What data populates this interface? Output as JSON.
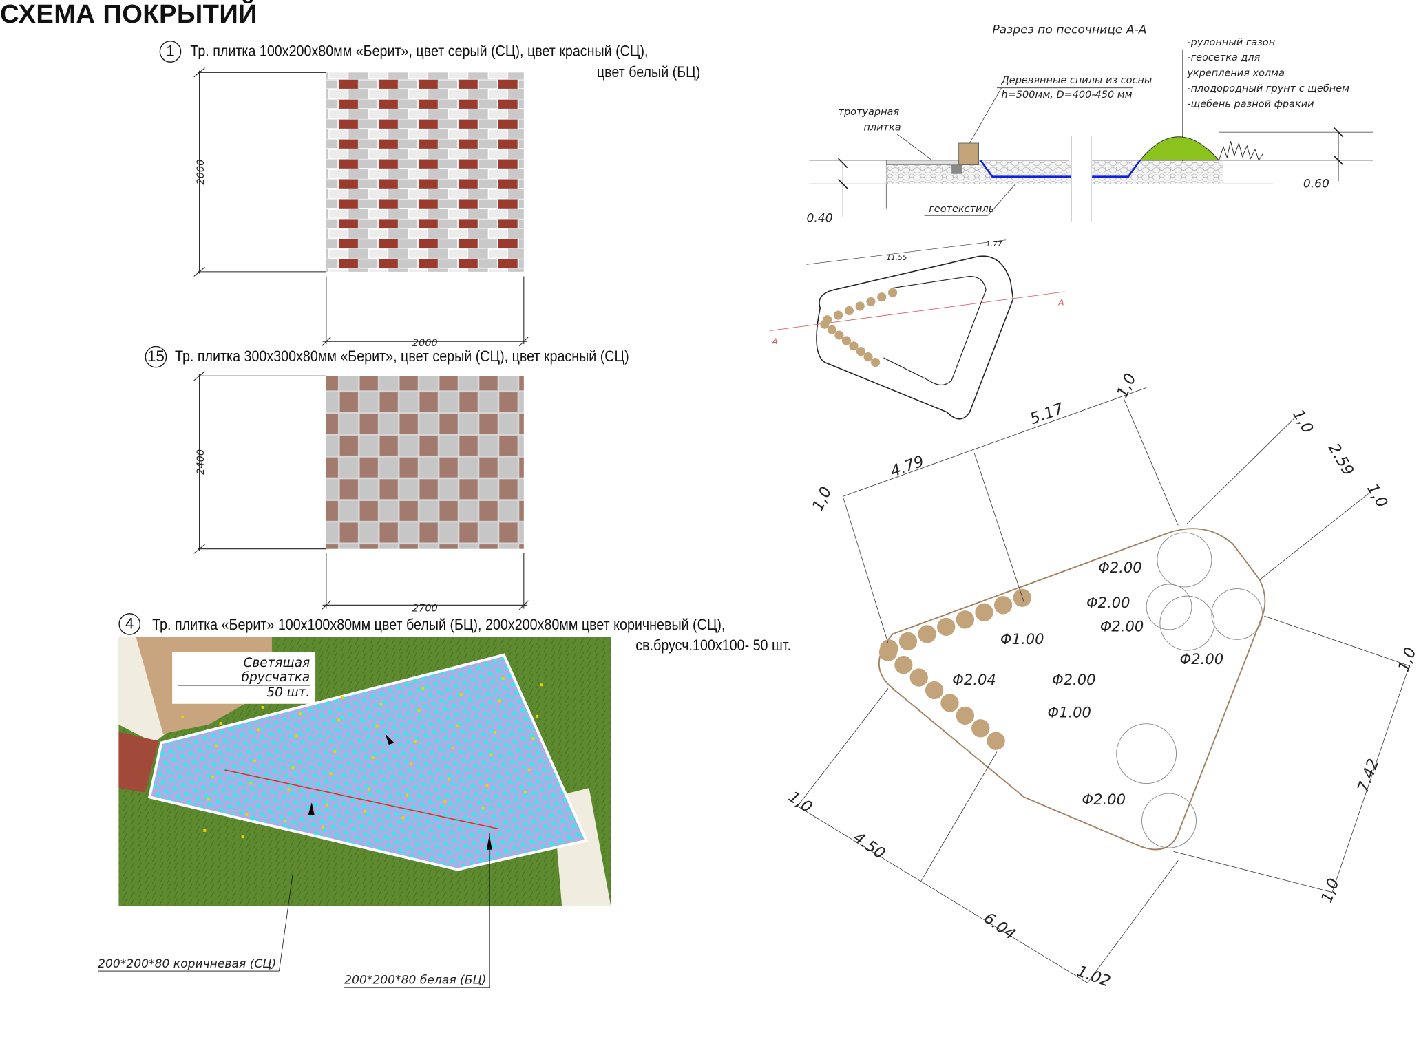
{
  "title": "СХЕМА ПОКРЫТИЙ",
  "items": [
    {
      "num": "1",
      "line1": "Тр. плитка 100х200х80мм «Берит», цвет серый (СЦ), цвет красный (СЦ),",
      "line2": "цвет белый (БЦ)",
      "dim_v": "2000",
      "dim_h": "2000"
    },
    {
      "num": "15",
      "line1": "Тр. плитка 300х300х80мм «Берит», цвет серый (СЦ), цвет красный (СЦ)",
      "dim_v": "2400",
      "dim_h": "2700"
    },
    {
      "num": "4",
      "line1": "Тр. плитка «Берит» 100х100х80мм цвет белый (БЦ), 200х200х80мм цвет коричневый (СЦ),",
      "line2": "св.брусч.100х100- 50 шт.",
      "note1": "Светящая брусчатка",
      "note2": "50 шт.",
      "label_brown": "200*200*80 коричневая (СЦ)",
      "label_white": "200*200*80 белая (БЦ)"
    }
  ],
  "section": {
    "title": "Разрез по песочнице А-А",
    "layers": [
      "-рулонный газон",
      "-геосетка для",
      " укрепления холма",
      "-плодородный грунт с щебнем",
      "-щебень разной фракии"
    ],
    "logs1": "Деревянные спилы из сосны",
    "logs2": "h=500мм, D=400-450 мм",
    "paving1": "тротуарная",
    "paving2": "плитка",
    "geotextile": "геотекстиль",
    "depth_left": "0.40",
    "depth_right": "0.60"
  },
  "small_plan": {
    "dim1": "11.55",
    "dim2": "1.77",
    "cut_left": "A",
    "cut_right": "A"
  },
  "plan": {
    "dims": [
      "1,0",
      "4.79",
      "5.17",
      "1,0",
      "1,0",
      "2.59",
      "1,0",
      "1,0",
      "7.42",
      "1,0",
      "1.02",
      "6.04",
      "4.50",
      "1,0"
    ],
    "diameters": [
      "Φ2.00",
      "Φ2.00",
      "Φ2.00",
      "Φ1.00",
      "Φ2.00",
      "Φ2.04",
      "Φ2.00",
      "Φ1.00",
      "Φ2.00"
    ]
  },
  "colors": {
    "brick_red": "#9a3b2e",
    "grey": "#c8c8c8",
    "brown": "#a27a6e",
    "cyan": "#3fe3e8",
    "lavender": "#b7a8e6",
    "grass": "#5d8a2e",
    "log": "#c2a37a",
    "section_blue": "#1020e0",
    "hill": "#8cc21e"
  }
}
